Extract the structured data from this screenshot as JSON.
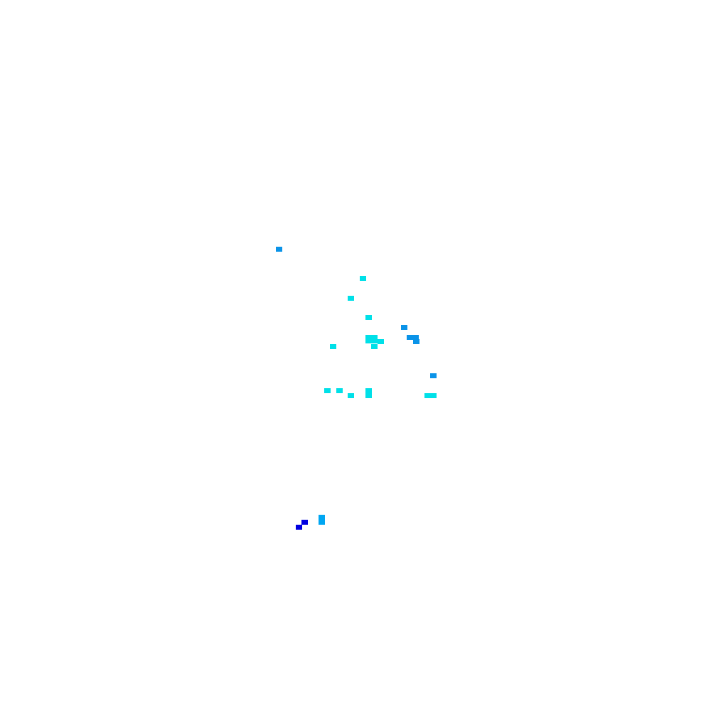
{
  "map": {
    "background_color": "#ffffff",
    "palette": {
      "cyan": "#00e0e8",
      "sky": "#00a6f2",
      "azure": "#0a93e8",
      "blue": "#0000e0"
    },
    "cells": [
      {
        "id": "cell-01",
        "level": "azure"
      },
      {
        "id": "cell-02",
        "level": "cyan"
      },
      {
        "id": "cell-03",
        "level": "cyan"
      },
      {
        "id": "cell-04",
        "level": "cyan"
      },
      {
        "id": "cell-05",
        "level": "azure"
      },
      {
        "id": "cell-06",
        "level": "cyan"
      },
      {
        "id": "cell-07",
        "level": "cyan"
      },
      {
        "id": "cell-08",
        "level": "cyan"
      },
      {
        "id": "cell-09",
        "level": "azure"
      },
      {
        "id": "cell-10",
        "level": "azure"
      },
      {
        "id": "cell-11",
        "level": "cyan"
      },
      {
        "id": "cell-12",
        "level": "azure"
      },
      {
        "id": "cell-13",
        "level": "cyan"
      },
      {
        "id": "cell-14",
        "level": "cyan"
      },
      {
        "id": "cell-15",
        "level": "cyan"
      },
      {
        "id": "cell-16",
        "level": "cyan"
      },
      {
        "id": "cell-17",
        "level": "cyan"
      },
      {
        "id": "cell-18",
        "level": "sky"
      },
      {
        "id": "cell-19",
        "level": "blue"
      },
      {
        "id": "cell-20",
        "level": "blue"
      }
    ]
  }
}
